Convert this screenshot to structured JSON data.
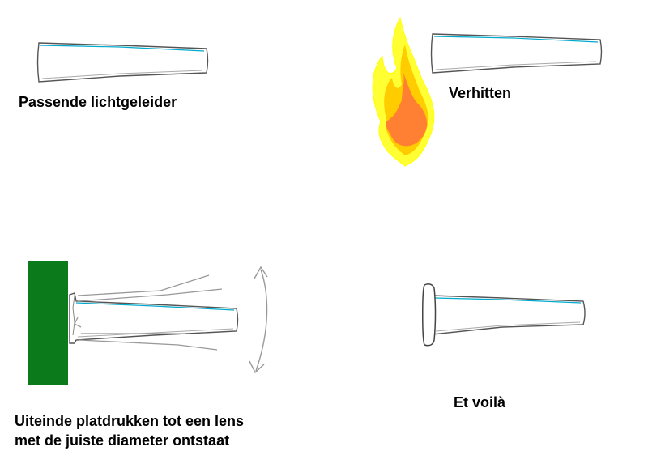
{
  "steps": [
    {
      "label": "Passende lichtgeleider"
    },
    {
      "label": "Verhitten"
    },
    {
      "label_line1": "Uiteinde platdrukken tot een lens",
      "label_line2": "met de juiste diameter ontstaat"
    },
    {
      "label": "Et voilà"
    }
  ],
  "colors": {
    "background": "#ffffff",
    "rod_outline": "#555555",
    "rod_highlight": "#00aacc",
    "flame_outer": "#ffff33",
    "flame_mid": "#ffcc00",
    "flame_inner": "#ff7f33",
    "press_block": "#0a7a1a",
    "motion_lines": "#999999"
  },
  "icons": {
    "flame": "flame-icon",
    "press": "press-block",
    "motion": "motion-arrow"
  }
}
